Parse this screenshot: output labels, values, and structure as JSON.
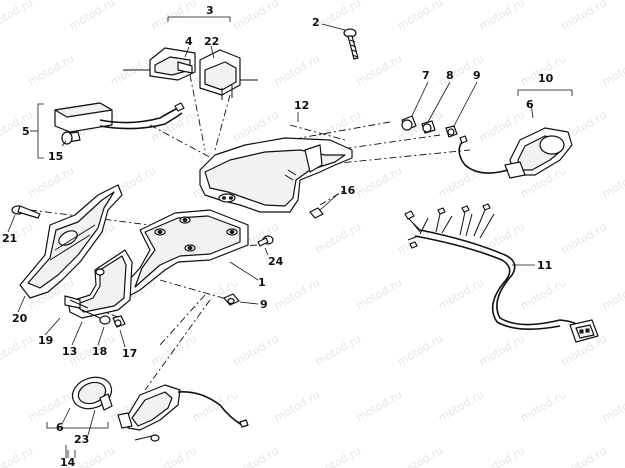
{
  "watermark": "motod.ru",
  "callouts": {
    "c1": "1",
    "c2": "2",
    "c3": "3",
    "c4": "4",
    "c5": "5",
    "c6a": "6",
    "c6b": "6",
    "c7": "7",
    "c8": "8",
    "c9a": "9",
    "c9b": "9",
    "c10": "10",
    "c11": "11",
    "c12": "12",
    "c13": "13",
    "c14": "14",
    "c15": "15",
    "c16": "16",
    "c17": "17",
    "c18": "18",
    "c19": "19",
    "c20": "20",
    "c21": "21",
    "c22": "22",
    "c23": "23",
    "c24": "24"
  }
}
